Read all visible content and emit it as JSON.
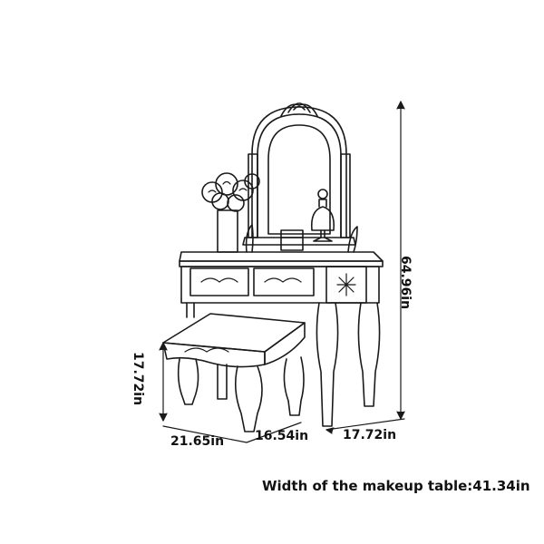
{
  "dimensions": {
    "total_height": "64.96in",
    "stool_height": "17.72in",
    "stool_width": "21.65in",
    "stool_depth": "16.54in",
    "table_depth": "17.72in"
  },
  "caption": {
    "label": "Width of the makeup table:",
    "value": "41.34in"
  },
  "colors": {
    "line": "#1a1a1a",
    "background": "#ffffff"
  }
}
